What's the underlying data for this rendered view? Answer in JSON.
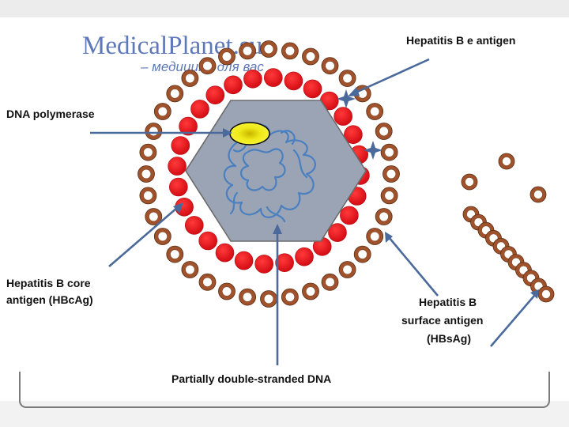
{
  "watermark": {
    "logo": "MedicalPlanet.su",
    "tagline": "– медицина для вас"
  },
  "labels": {
    "e_antigen": "Hepatitis B e antigen",
    "dna_polymerase": "DNA polymerase",
    "core_antigen_line1": "Hepatitis B core",
    "core_antigen_line2": "antigen (HBcAg)",
    "surface_antigen_line1": "Hepatitis B",
    "surface_antigen_line2": "surface antigen",
    "surface_antigen_line3": "(HBsAg)",
    "dna": "Partially double-stranded DNA"
  },
  "colors": {
    "surface_particle": "#a0522d",
    "core_particle": "#e8121b",
    "capsid": "#9aa4b5",
    "polymerase": "#e4e10e",
    "dna_strand": "#4a7fc0",
    "arrow": "#4a6a9c",
    "logo": "#5f79b8"
  }
}
